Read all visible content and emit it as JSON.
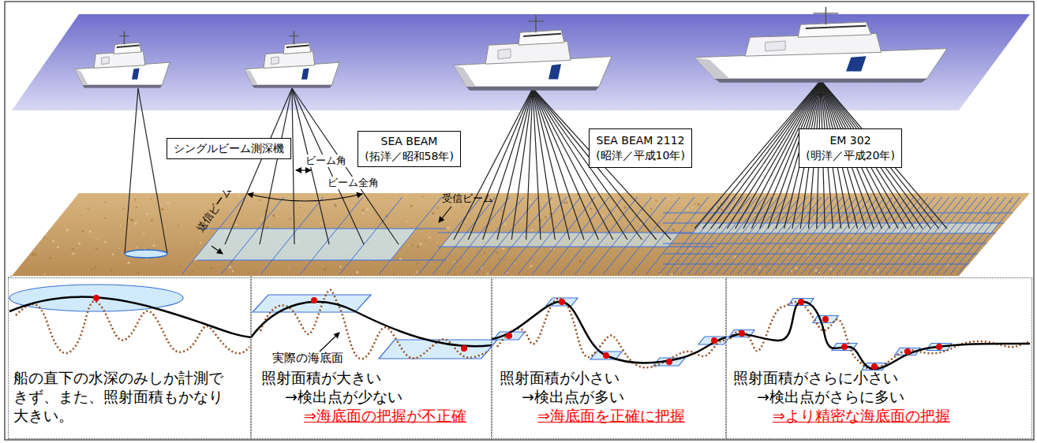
{
  "diagram": {
    "nodes": [
      {
        "text": [
          "シングルビーム測深機"
        ]
      },
      {
        "text": [
          "SEA BEAM",
          "(拓洋／昭和58年)"
        ]
      },
      {
        "text": [
          "SEA BEAM 2112",
          "(昭洋／平成10年)"
        ]
      },
      {
        "text": [
          "EM 302",
          "(明洋／平成20年)"
        ]
      },
      {
        "text": [
          "船の直下の水深のみしか計測できず、また、照射面積もかなり大きい。"
        ]
      },
      {
        "text": [
          "照射面積が大きい",
          "→検出点が少ない",
          "⇒海底面の把握が不正確"
        ]
      },
      {
        "text": [
          "照射面積が小さい",
          "→検出点が多い",
          "⇒海底面を正確に把握"
        ]
      },
      {
        "text": [
          "照射面積がさらに小さい",
          "→検出点がさらに多い",
          "⇒より精密な海底面の把握"
        ]
      }
    ],
    "labels": [
      "ビーム角",
      "ビーム全角",
      "受信ビーム",
      "送信ビーム",
      "実際の海底面"
    ]
  }
}
